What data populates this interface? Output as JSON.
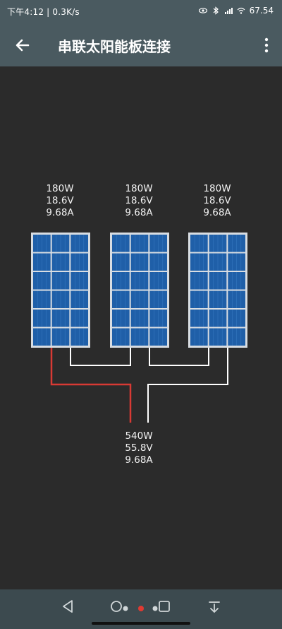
{
  "status_bar": {
    "time_text": "下午4:12 | 0.3K/s",
    "battery_text": "67.54"
  },
  "app_bar": {
    "title": "串联太阳能板连接",
    "back_icon": "back-arrow-icon",
    "menu_icon": "more-vert-icon"
  },
  "diagram": {
    "panels": [
      {
        "power": "180W",
        "voltage": "18.6V",
        "current": "9.68A"
      },
      {
        "power": "180W",
        "voltage": "18.6V",
        "current": "9.68A"
      },
      {
        "power": "180W",
        "voltage": "18.6V",
        "current": "9.68A"
      }
    ],
    "total": {
      "power": "540W",
      "voltage": "55.8V",
      "current": "9.68A"
    },
    "colors": {
      "background": "#2b2b2b",
      "panel_cell": "#1f5fa8",
      "panel_frame": "#d8dde2",
      "wire_negative": "#d83a34",
      "wire_positive": "#ffffff"
    }
  },
  "nav_bar": {
    "back_icon": "nav-back-icon",
    "home_icon": "nav-home-icon",
    "recents_icon": "nav-recents-icon",
    "extra_icon": "nav-down-icon"
  }
}
